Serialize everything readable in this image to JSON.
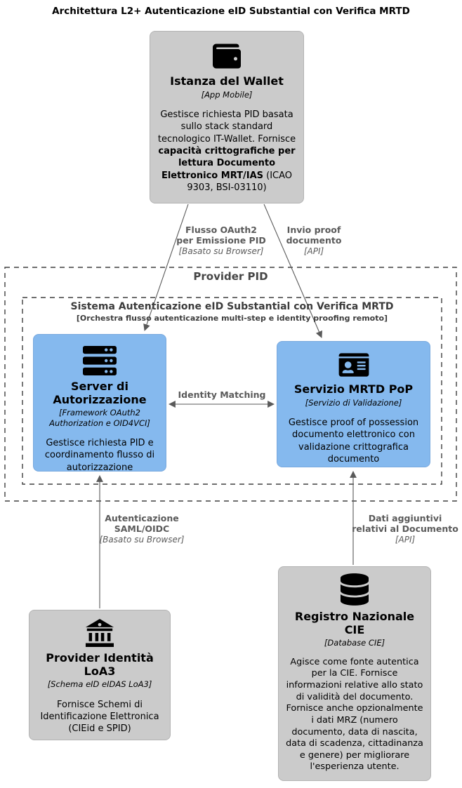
{
  "title": "Architettura L2+ Autenticazione eID Substantial con Verifica MRTD",
  "colors": {
    "node_blue": "#85B9EE",
    "node_gray": "#CBCBCB",
    "boundary_line": "#3F3F3F",
    "arrow": "#5A5A5A",
    "edge_label_text": "#5A5A5A",
    "node_text": "#000000"
  },
  "boundaries": {
    "provider_pid": {
      "title": "Provider PID"
    },
    "system": {
      "title": "Sistema Autenticazione eID Substantial con Verifica MRTD",
      "subtitle": "[Orchestra flusso autenticazione multi-step e identity proofing remoto]"
    }
  },
  "nodes": {
    "wallet": {
      "icon": "wallet-icon",
      "title": "Istanza del Wallet",
      "subtitle": "[App Mobile]",
      "body_1": "Gestisce richiesta PID basata sullo stack standard tecnologico IT-Wallet. Fornisce ",
      "body_bold": "capacità crittografiche per lettura Documento Elettronico MRT/IAS",
      "body_2": " (ICAO 9303, BSI-03110)"
    },
    "auth_server": {
      "icon": "server-icon",
      "title": "Server di Autorizzazione",
      "subtitle": "[Framework OAuth2 Authorization e OID4VCI]",
      "body": "Gestisce richiesta PID e coordinamento flusso di autorizzazione"
    },
    "mrtd_pop": {
      "icon": "id-card-icon",
      "title": "Servizio MRTD PoP",
      "subtitle": "[Servizio di Validazione]",
      "body": "Gestisce proof of possession documento elettronico con validazione crittografica documento"
    },
    "identity_provider": {
      "icon": "bank-icon",
      "title": "Provider Identità LoA3",
      "subtitle": "[Schema eID eIDAS LoA3]",
      "body": "Fornisce Schemi di Identificazione Elettronica (CIEid e SPID)"
    },
    "cie_registry": {
      "icon": "database-icon",
      "title": "Registro Nazionale CIE",
      "subtitle": "[Database CIE]",
      "body": "Agisce come fonte autentica per la CIE. Fornisce informazioni relative allo stato di validità del documento. Fornisce anche opzionalmente i dati MRZ (numero documento, data di nascita, data di scadenza, cittadinanza e genere) per migliorare l'esperienza utente."
    }
  },
  "edges": [
    {
      "from": "wallet",
      "to": "auth_server",
      "label_lines": [
        "Flusso OAuth2",
        "per Emissione PID"
      ],
      "tech": "[Basato su Browser]"
    },
    {
      "from": "wallet",
      "to": "mrtd_pop",
      "label_lines": [
        "Invio proof",
        "documento"
      ],
      "tech": "[API]"
    },
    {
      "from": "auth_server",
      "to": "mrtd_pop",
      "bidirectional": true,
      "label_lines": [
        "Identity Matching"
      ],
      "tech": ""
    },
    {
      "from": "identity_provider",
      "to": "auth_server",
      "label_lines": [
        "Autenticazione",
        "SAML/OIDC"
      ],
      "tech": "[Basato su Browser]"
    },
    {
      "from": "cie_registry",
      "to": "mrtd_pop",
      "label_lines": [
        "Dati aggiuntivi",
        "relativi al Documento"
      ],
      "tech": "[API]"
    }
  ]
}
